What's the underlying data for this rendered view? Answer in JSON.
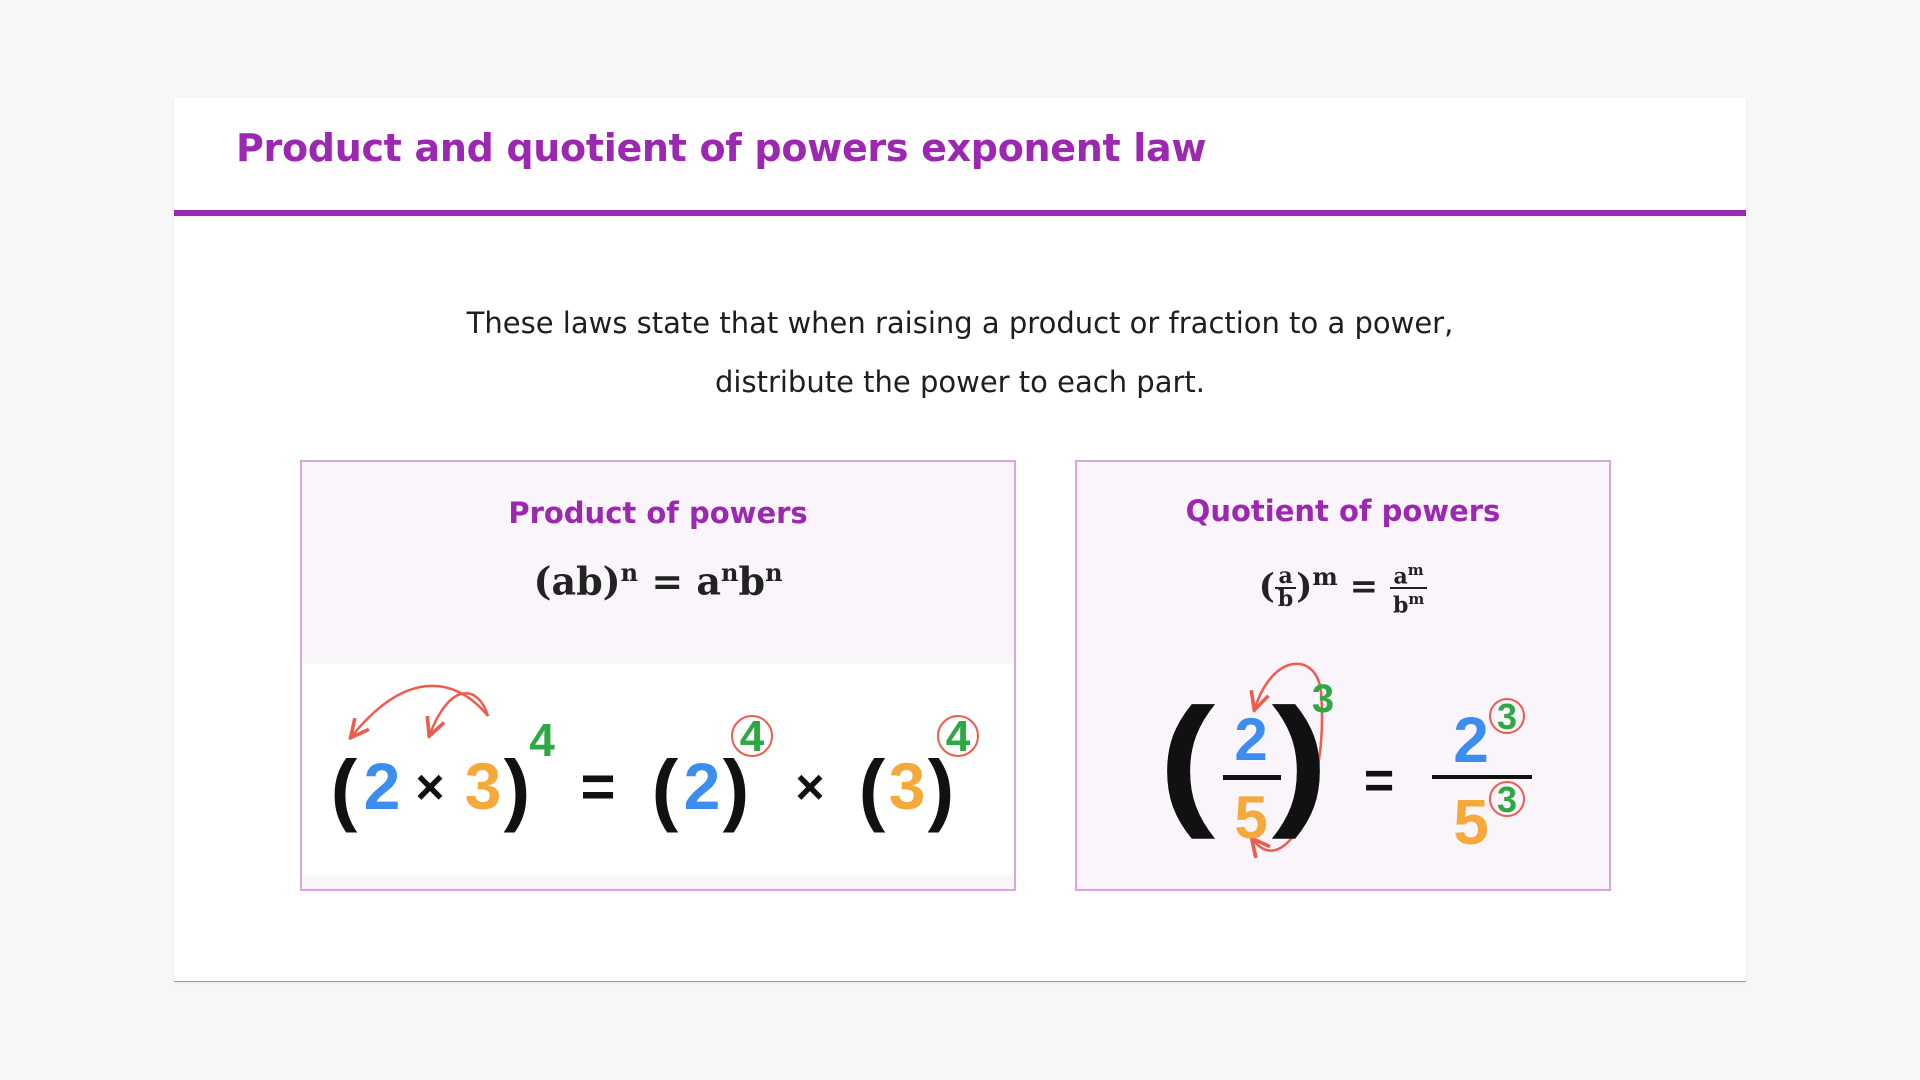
{
  "title": "Product and quotient of powers exponent law",
  "intro": {
    "line1": "These laws state that when raising a product or fraction to a power,",
    "line2": "distribute the power to each part."
  },
  "product": {
    "title": "Product of powers",
    "formula": {
      "open": "(ab)",
      "exp": "n",
      "eq": " = ",
      "a": "a",
      "a_exp": "n",
      "b": "b",
      "b_exp": "n"
    },
    "example": {
      "base_a": "2",
      "base_b": "3",
      "exponent": "4",
      "times": "×",
      "equals": "=",
      "open_paren": "(",
      "close_paren": ")"
    }
  },
  "quotient": {
    "title": "Quotient of powers",
    "formula": {
      "num": "a",
      "den": "b",
      "exp": "m",
      "eq": " = ",
      "rnum": "a",
      "rnum_exp": "m",
      "rden": "b",
      "rden_exp": "m"
    },
    "example": {
      "numerator": "2",
      "denominator": "5",
      "exponent": "3",
      "equals": "=",
      "open_paren": "(",
      "close_paren": ")"
    }
  },
  "colors": {
    "accent": "#9c27b0",
    "blue": "#3b8ef0",
    "orange": "#f6a93b",
    "green": "#2da842",
    "arrow": "#ef5b4d"
  }
}
